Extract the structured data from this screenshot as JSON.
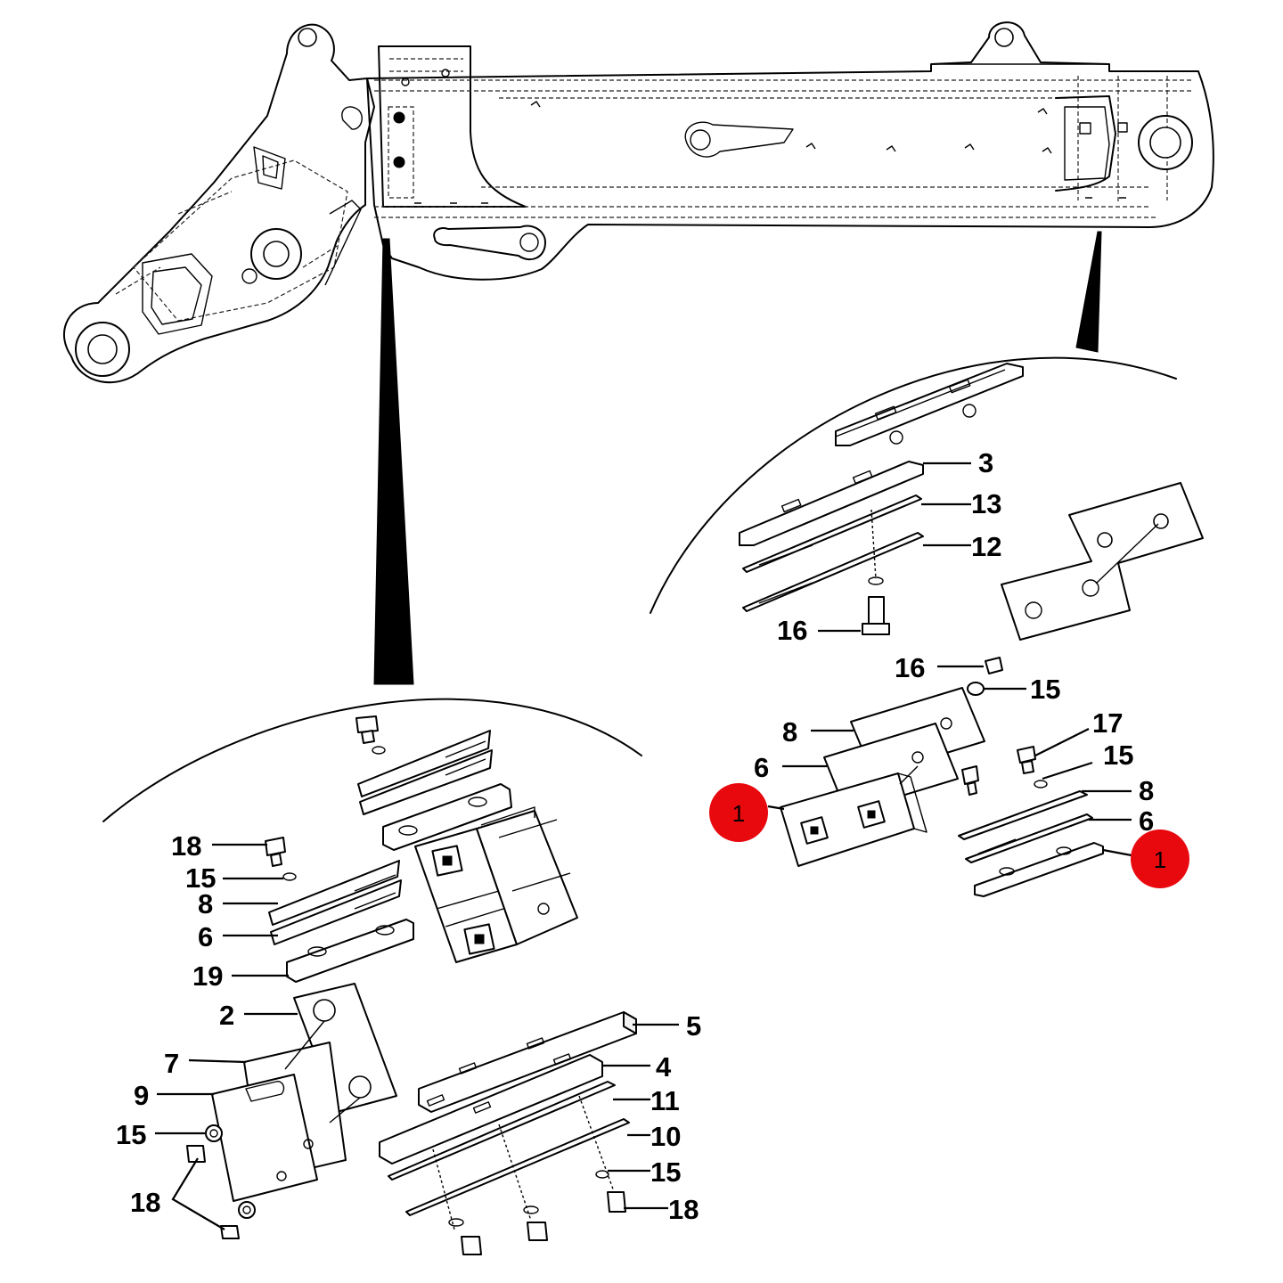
{
  "callouts": {
    "c3": "3",
    "c13": "13",
    "c12": "12",
    "c16a": "16",
    "c16b": "16",
    "c15a": "15",
    "c8a": "8",
    "c6a": "6",
    "c17": "17",
    "c15b": "15",
    "c8b": "8",
    "c6b": "6",
    "c18a": "18",
    "c15c": "15",
    "c8c": "8",
    "c6c": "6",
    "c19": "19",
    "c2": "2",
    "c7": "7",
    "c9": "9",
    "c15d": "15",
    "c18b": "18",
    "c5": "5",
    "c4": "4",
    "c11": "11",
    "c10": "10",
    "c15e": "15",
    "c18c": "18"
  },
  "badges": {
    "left": "1",
    "right": "1"
  },
  "colors": {
    "badge": "#e8090f",
    "ink": "#000000"
  }
}
